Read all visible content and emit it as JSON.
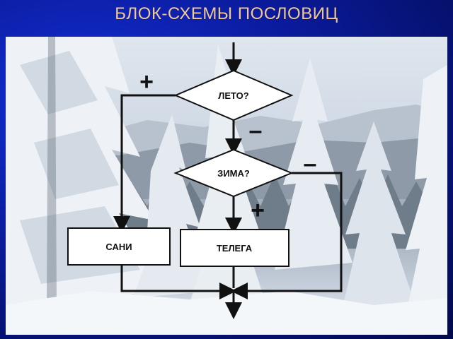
{
  "slide": {
    "title": "БЛОК-СХЕМЫ ПОСЛОВИЦ"
  },
  "flowchart": {
    "decision_summer": "ЛЕТО?",
    "decision_winter": "ЗИМА?",
    "action_sled": "САНИ",
    "action_cart": "ТЕЛЕГА",
    "branch_plus_1": "+",
    "branch_minus_1": "–",
    "branch_plus_2": "+",
    "branch_minus_2": "–"
  },
  "colors": {
    "title_text": "#f2c88e",
    "slide_background": "#0a1a9a",
    "connector": "#111111",
    "box_fill": "#ffffff"
  }
}
